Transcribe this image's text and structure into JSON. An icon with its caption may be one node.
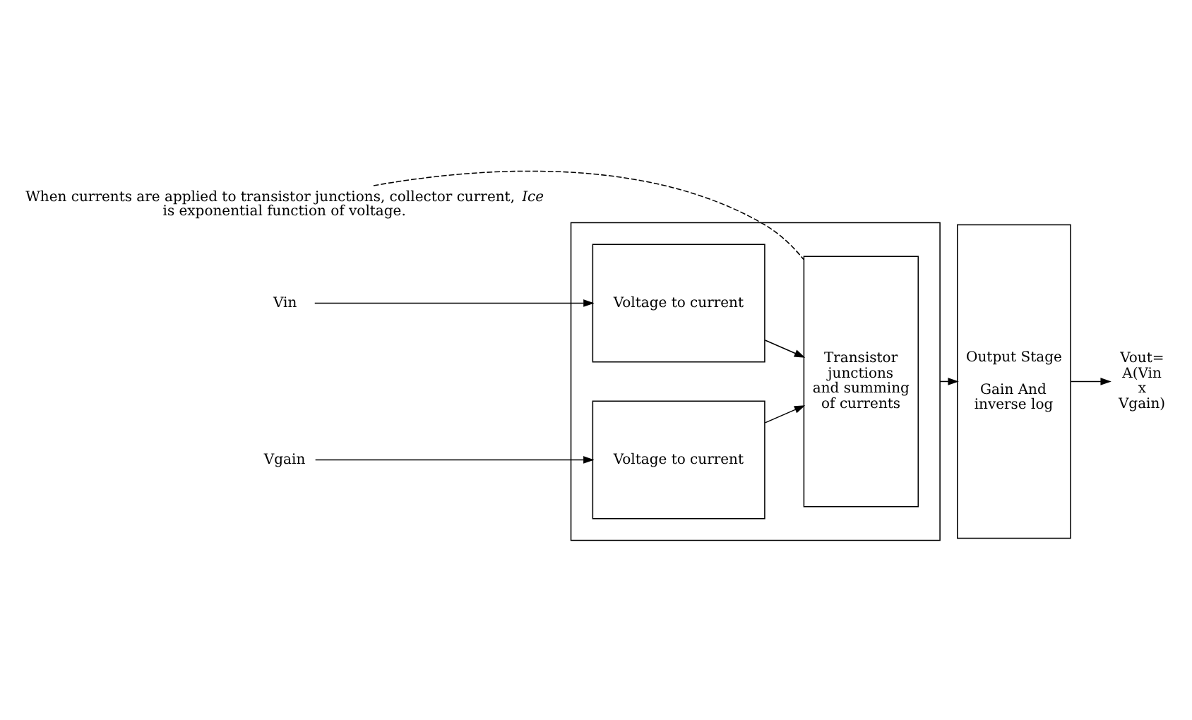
{
  "diagram": {
    "nodes": [
      {
        "text": [],
        "shape": "box"
      },
      {
        "text": [
          "Voltage to current"
        ],
        "in": 0
      },
      {
        "text": [
          "Voltage to current"
        ],
        "in": 0
      },
      {
        "text": [
          "Transistor junctions and summing of currents"
        ],
        "in": 0
      },
      {
        "text": [
          "Output Stage",
          "Gain And inverse log"
        ]
      },
      {
        "text": [
          "Vin"
        ]
      },
      {
        "text": [
          "Vgain"
        ]
      },
      {
        "text": [
          "Vout= A(Vin x Vgain)"
        ]
      },
      {
        "text": [
          "When currents are applied to transistor junctions, collector current, *Ice* is exponential function of voltage."
        ]
      }
    ],
    "edges": [
      {
        "from": 5,
        "to": 1,
        "arrow": "to"
      },
      {
        "from": 6,
        "to": 2,
        "arrow": "to"
      },
      {
        "from": 1,
        "to": 3,
        "arrow": "to"
      },
      {
        "from": 2,
        "to": 3,
        "arrow": "to"
      },
      {
        "from": 0,
        "to": 4,
        "arrow": "to"
      },
      {
        "from": 4,
        "to": 7,
        "arrow": "to"
      },
      {
        "from": 8,
        "to": 3,
        "arrow": "none",
        "style": "dashed"
      }
    ]
  }
}
